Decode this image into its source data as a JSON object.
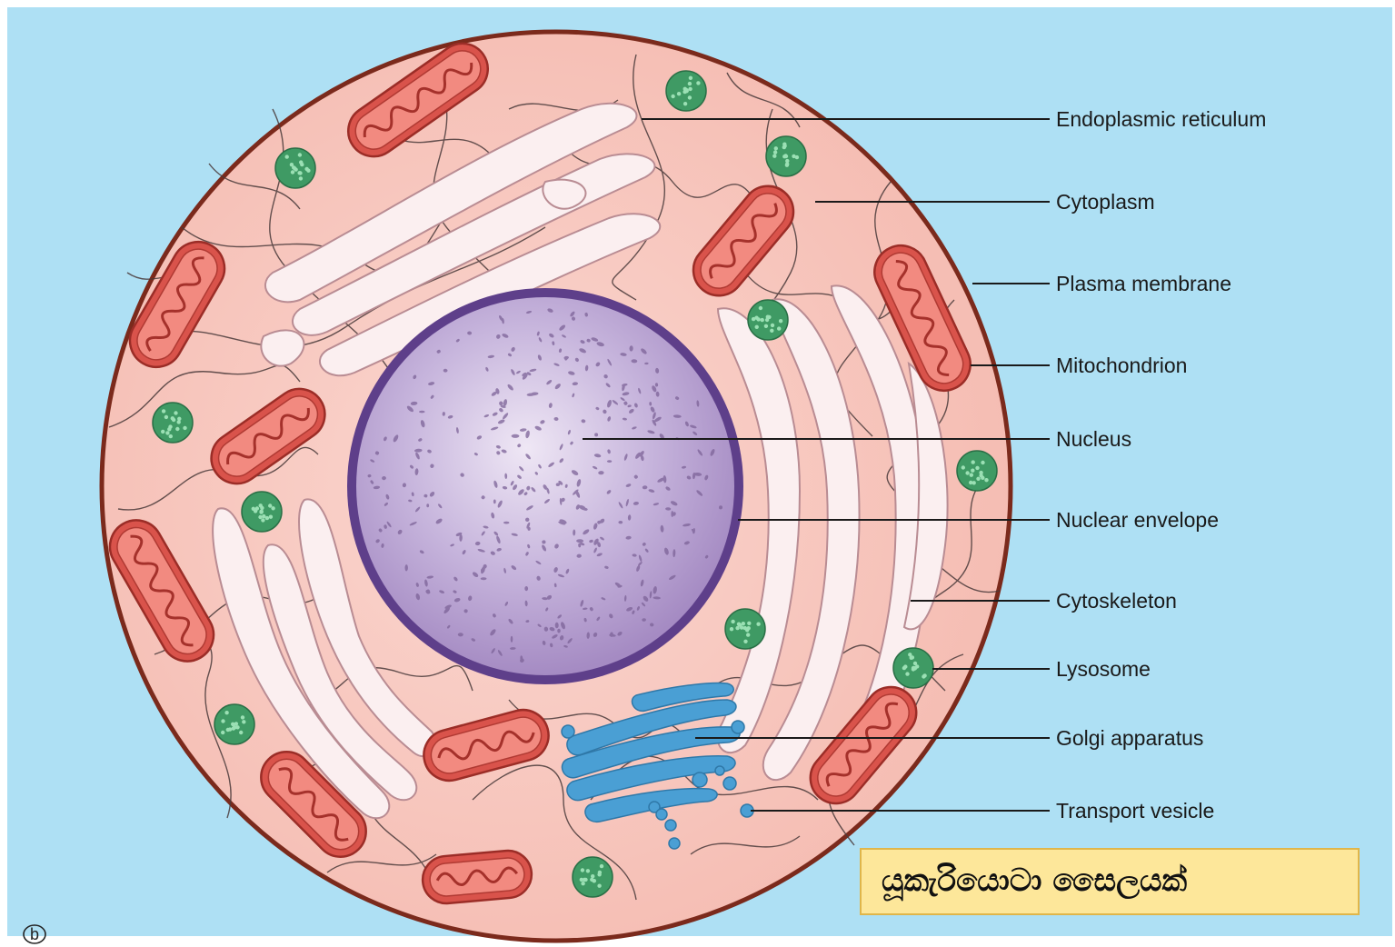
{
  "diagram": {
    "labels": [
      "Endoplasmic reticulum",
      "Cytoplasm",
      "Plasma membrane",
      "Mitochondrion",
      "Nucleus",
      "Nuclear envelope",
      "Cytoskeleton",
      "Lysosome",
      "Golgi apparatus",
      "Transport vesicle"
    ],
    "caption": "යූකැරියොටා සෛලයක්",
    "panel_letter": "b"
  },
  "colors": {
    "background": "#aee0f4",
    "cytoplasm": "#f7c4bb",
    "plasma_membrane": "#7b2a1c",
    "nucleus": "#a58bc3",
    "nuclear_envelope": "#5e3f8a",
    "mitochondrion": "#d9534b",
    "lysosome": "#3f9a64",
    "golgi": "#4a9fd4",
    "endoplasmic_reticulum": "#fbeff0",
    "caption_box": "#fde79a"
  }
}
